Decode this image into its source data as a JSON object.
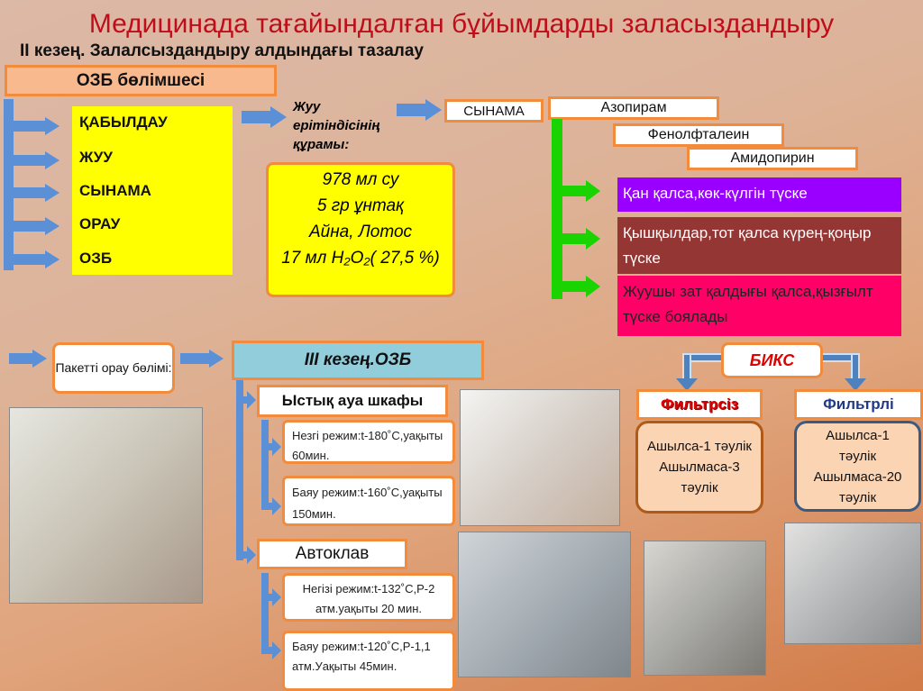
{
  "title": "Медицинада тағайындалған бұйымдарды заласыздандыру",
  "subtitle": "II кезең. Залалсыздандыру алдындағы тазалау",
  "department": "ОЗБ бөлімшесі",
  "steps": [
    "ҚАБЫЛДАУ",
    "ЖУУ",
    "СЫНАМА",
    "ОРАУ",
    "ОЗБ"
  ],
  "solution_label": "Жуу ерітіндісінің құрамы:",
  "solution": [
    "978 мл су",
    "5 гр ұнтақ",
    "Айна, Лотос",
    "17 мл H₂O₂( 27,5 %)"
  ],
  "test_label": "СЫНАМА",
  "reagents": [
    "Азопирам",
    "Фенолфталеин",
    "Амидопирин"
  ],
  "results": [
    {
      "text": "Қан қалса,көк-күлгін түске",
      "color": "#9900ff"
    },
    {
      "text": "Қышқылдар,тот қалса күрең-қоңыр түске",
      "color": "#943634"
    },
    {
      "text": "Жуушы зат қалдығы қалса,қызғылт түске боялады",
      "color": "#ff0066"
    }
  ],
  "packing": "Пакетті орау бөлімі:",
  "stage3": "III кезең.ОЗБ",
  "hot_air": "Ыстық ауа шкафы",
  "hot_modes": [
    "Незгі режим:t-180˚С,уақыты 60мин.",
    "Баяу режим:t-160˚С,уақыты 150мин."
  ],
  "autoclave": "Автоклав",
  "auto_modes": [
    "Негізі режим:t-132˚С,P-2 атм.уақыты 20 мин.",
    "Баяу режим:t-120˚С,P-1,1 атм.Уақыты 45мин."
  ],
  "biks": "БИКС",
  "no_filter": {
    "label": "Фильтрсіз",
    "text": "Ашылса-1 тәулік Ашылмаса-3 тәулік"
  },
  "filter": {
    "label": "Фильтрлі",
    "text": "Ашылса-1 тәулік Ашылмаса-20 тәулік"
  }
}
